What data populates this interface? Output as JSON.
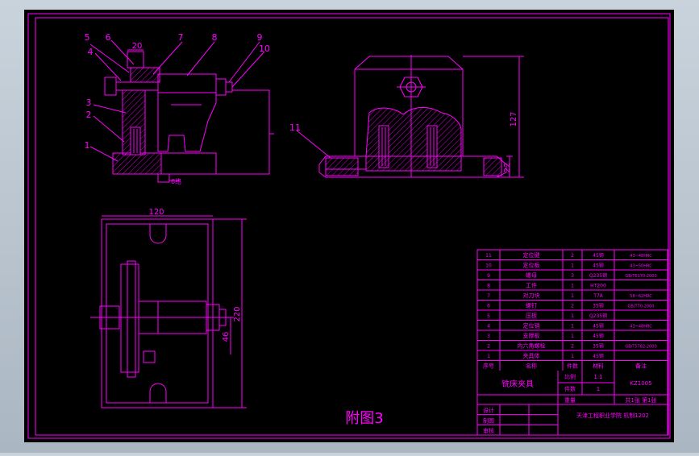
{
  "colors": {
    "viewport_bg": "#000000",
    "line": "#ff00ff",
    "hatch": "#ff00ff",
    "frame": "#ff00ff"
  },
  "drawing": {
    "title": "附图3",
    "balloons": [
      "1",
      "2",
      "3",
      "4",
      "5",
      "6",
      "7",
      "8",
      "9",
      "10",
      "11"
    ],
    "dims": {
      "front_top": "20",
      "side_height": "127",
      "side_base": "22",
      "plan_width": "120",
      "plan_length": "220",
      "plan_offset": "46",
      "note": "6络"
    }
  },
  "bom": {
    "rows": [
      {
        "no": "11",
        "name": "定位键",
        "qty": "2",
        "mat": "45钢",
        "note": "43~48HRC"
      },
      {
        "no": "10",
        "name": "定位板",
        "qty": "1",
        "mat": "45钢",
        "note": "43~50HRC"
      },
      {
        "no": "9",
        "name": "螺母",
        "qty": "3",
        "mat": "Q235钢",
        "note": "GB/T6170-2000"
      },
      {
        "no": "8",
        "name": "工件",
        "qty": "1",
        "mat": "HT200",
        "note": ""
      },
      {
        "no": "7",
        "name": "对刀块",
        "qty": "1",
        "mat": "T7A",
        "note": "58~62HRC"
      },
      {
        "no": "6",
        "name": "螺钉",
        "qty": "2",
        "mat": "35钢",
        "note": "GB/T70-2000"
      },
      {
        "no": "5",
        "name": "压板",
        "qty": "1",
        "mat": "Q235钢",
        "note": ""
      },
      {
        "no": "4",
        "name": "定位销",
        "qty": "1",
        "mat": "45钢",
        "note": "43~48HRC"
      },
      {
        "no": "3",
        "name": "支撑板",
        "qty": "1",
        "mat": "45钢",
        "note": ""
      },
      {
        "no": "2",
        "name": "内六角螺栓",
        "qty": "2",
        "mat": "35钢",
        "note": "GB/T5782-2000"
      },
      {
        "no": "1",
        "name": "夹具体",
        "qty": "1",
        "mat": "45钢",
        "note": ""
      }
    ],
    "header": {
      "no": "序号",
      "name": "名称",
      "qty": "件数",
      "mat": "材料",
      "note": "备注"
    },
    "title_block": {
      "name": "铣床夹具",
      "scale_label": "比例",
      "scale": "1:1",
      "count_label": "件数",
      "count": "1",
      "weight_label": "重量",
      "drawing_no": "KZ1005",
      "sheet": "共1张 第1张",
      "design": "设计",
      "draw": "制图",
      "check": "审核",
      "school": "天津工程职业学院 机制1202"
    }
  }
}
